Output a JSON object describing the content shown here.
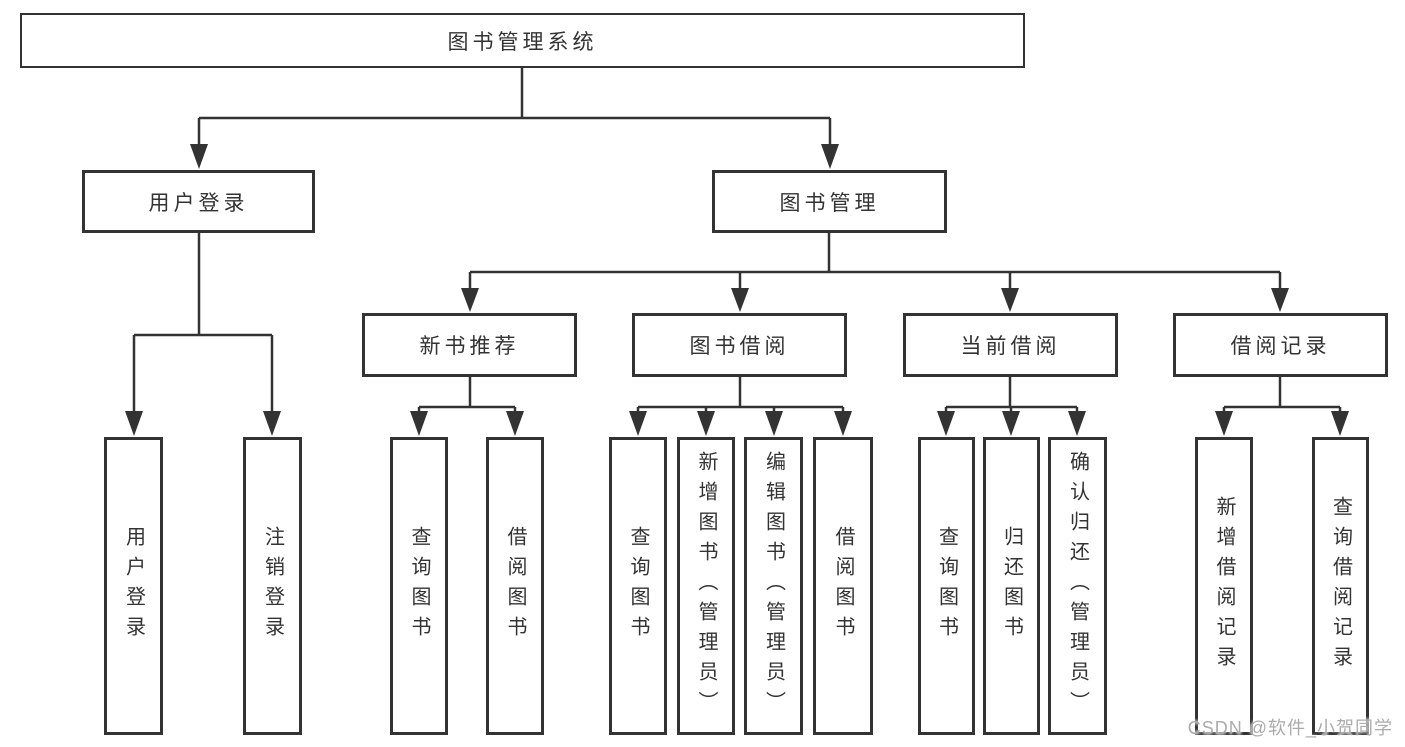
{
  "tree": {
    "root": "图书管理系统",
    "branches": [
      {
        "label": "用户登录",
        "leaves": [
          "用户登录",
          "注销登录"
        ]
      },
      {
        "label": "图书管理",
        "groups": [
          {
            "label": "新书推荐",
            "leaves": [
              "查询图书",
              "借阅图书"
            ]
          },
          {
            "label": "图书借阅",
            "leaves": [
              "查询图书",
              "新增图书（管理员）",
              "编辑图书（管理员）",
              "借阅图书"
            ]
          },
          {
            "label": "当前借阅",
            "leaves": [
              "查询图书",
              "归还图书",
              "确认归还（管理员）"
            ]
          },
          {
            "label": "借阅记录",
            "leaves": [
              "新增借阅记录",
              "查询借阅记录"
            ]
          }
        ]
      }
    ]
  },
  "watermark": "CSDN @软件_小贺同学",
  "colors": {
    "line": "#333333",
    "box_border": "#333333",
    "text": "#333333",
    "watermark": "#ababab",
    "background": "#ffffff"
  }
}
